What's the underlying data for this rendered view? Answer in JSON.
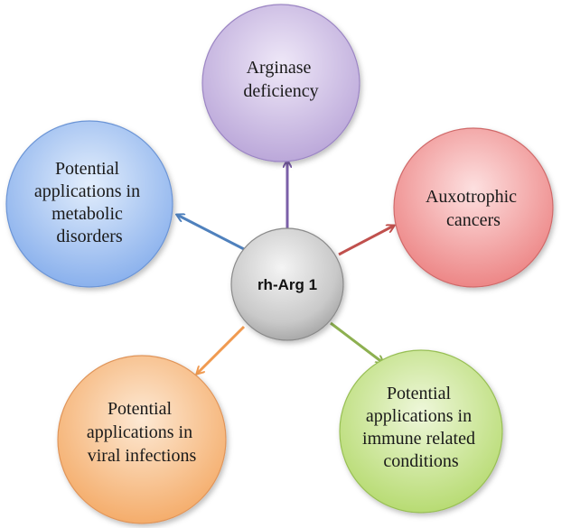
{
  "center": {
    "label": "rh-Arg 1"
  },
  "nodes": [
    {
      "id": "arginase-deficiency",
      "lines": [
        "Arginase",
        "deficiency"
      ]
    },
    {
      "id": "auxotrophic-cancers",
      "lines": [
        "Auxotrophic",
        "cancers"
      ]
    },
    {
      "id": "immune-related-conditions",
      "lines": [
        "Potential",
        "applications in",
        "immune related",
        "conditions"
      ]
    },
    {
      "id": "viral-infections",
      "lines": [
        "Potential",
        "applications in",
        "viral infections"
      ]
    },
    {
      "id": "metabolic-disorders",
      "lines": [
        "Potential",
        "applications in",
        "metabolic",
        "disorders"
      ]
    }
  ],
  "colors": {
    "arginase-deficiency": "#b9a5d8",
    "auxotrophic-cancers": "#f08c8c",
    "immune-related-conditions": "#bde07a",
    "viral-infections": "#f5b070",
    "metabolic-disorders": "#8fb6ef",
    "center": "#b8b8b8",
    "arrow-arginase": "#7b5fa8",
    "arrow-cancers": "#c0504d",
    "arrow-immune": "#8db050",
    "arrow-viral": "#f09a50",
    "arrow-metabolic": "#4f81bd"
  }
}
